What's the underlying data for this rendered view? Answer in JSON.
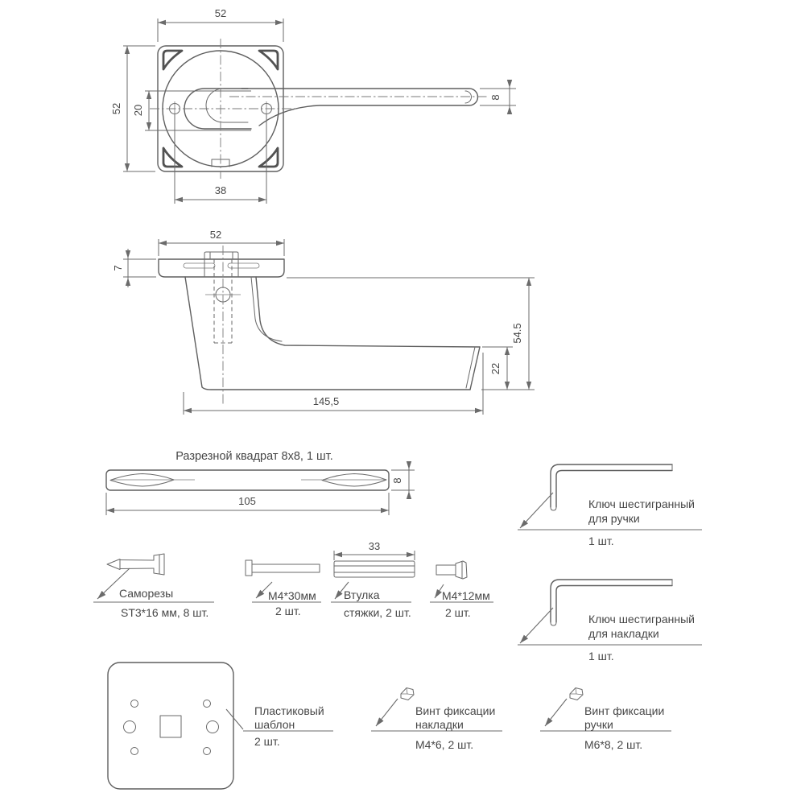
{
  "top_view": {
    "width": "52",
    "height": "52",
    "inner": "20",
    "holes": "38",
    "lever": "8"
  },
  "side_view": {
    "width": "52",
    "plate": "7",
    "total_height": "54.5",
    "lever_height": "22",
    "length": "145,5"
  },
  "spindle": {
    "title": "Разрезной квадрат 8х8, 1 шт.",
    "length": "105",
    "size": "8"
  },
  "parts": {
    "hex_key_handle": {
      "line1": "Ключ шестигранный",
      "line2": "для ручки",
      "qty": "1 шт."
    },
    "hex_key_plate": {
      "line1": "Ключ шестигранный",
      "line2": "для накладки",
      "qty": "1 шт."
    },
    "screws": {
      "line1": "Саморезы",
      "line2": "ST3*16 мм, 8 шт."
    },
    "bolt_m4_30": {
      "label": "М4*30мм",
      "qty": "2 шт."
    },
    "sleeve": {
      "dim": "33",
      "line1": "Втулка",
      "line2": "стяжки, 2 шт."
    },
    "bolt_m4_12": {
      "label": "М4*12мм",
      "qty": "2 шт."
    },
    "template": {
      "line1": "Пластиковый",
      "line2": "шаблон",
      "qty": "2 шт."
    },
    "screw_plate": {
      "line1": "Винт фиксации",
      "line2": "накладки",
      "line3": "М4*6, 2 шт."
    },
    "screw_handle": {
      "line1": "Винт фиксации",
      "line2": "ручки",
      "line3": "М6*8, 2 шт."
    }
  },
  "colors": {
    "line": "#5f5f5f",
    "text": "#474747"
  }
}
